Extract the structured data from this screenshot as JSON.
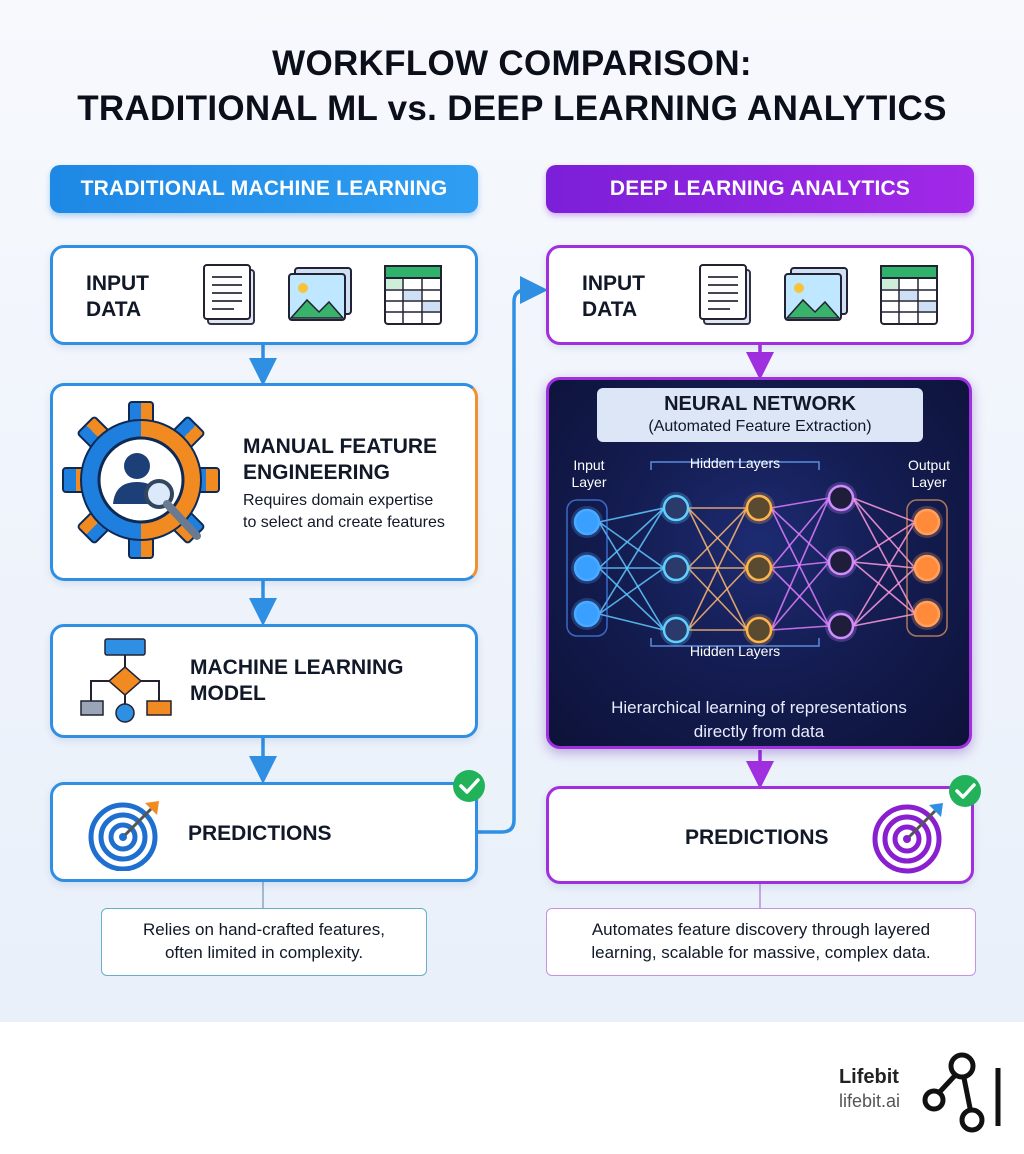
{
  "title": {
    "line1": "WORKFLOW COMPARISON:",
    "line2": "TRADITIONAL ML vs. DEEP LEARNING ANALYTICS"
  },
  "traditional": {
    "header": "TRADITIONAL MACHINE LEARNING",
    "input_label_1": "INPUT",
    "input_label_2": "DATA",
    "feature_title_1": "MANUAL FEATURE",
    "feature_title_2": "ENGINEERING",
    "feature_desc_1": "Requires domain expertise",
    "feature_desc_2": "to select and create features",
    "model_label_1": "MACHINE LEARNING",
    "model_label_2": "MODEL",
    "predictions_label": "PREDICTIONS",
    "note_1": "Relies on hand-crafted features,",
    "note_2": "often limited in complexity."
  },
  "deep": {
    "header": "DEEP LEARNING ANALYTICS",
    "input_label_1": "INPUT",
    "input_label_2": "DATA",
    "nn_title": "NEURAL NETWORK",
    "nn_subtitle": "(Automated Feature Extraction)",
    "input_layer_1": "Input",
    "input_layer_2": "Layer",
    "hidden_layers_top": "Hidden Layers",
    "hidden_layers_bottom": "Hidden Layers",
    "output_layer_1": "Output",
    "output_layer_2": "Layer",
    "nn_caption_1": "Hierarchical learning of representations",
    "nn_caption_2": "directly from data",
    "predictions_label": "PREDICTIONS",
    "note_1": "Automates feature discovery through layered",
    "note_2": "learning, scalable for massive, complex data."
  },
  "brand": {
    "name": "Lifebit",
    "url": "lifebit.ai"
  },
  "icons": [
    "document-icon",
    "image-icon",
    "spreadsheet-icon",
    "gear-person-icon",
    "flowchart-icon",
    "target-icon",
    "check-icon",
    "lifebit-logo-icon"
  ],
  "colors": {
    "traditional_accent": "#2f8fe3",
    "deep_accent": "#a02fe0",
    "feature_accent": "#f0902f",
    "check": "#22b35a",
    "network_bg": "#141d52"
  }
}
